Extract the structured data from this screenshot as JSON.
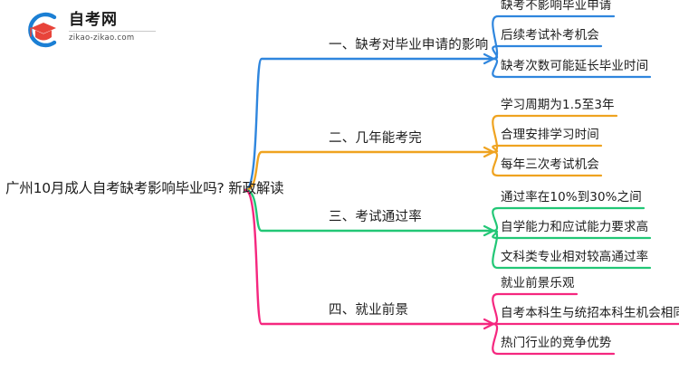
{
  "logo": {
    "name": "自考网",
    "domain": "zikao-zikao.com",
    "arc_color": "#1b7fd4",
    "cap_color": "#e8443a"
  },
  "mindmap": {
    "root": {
      "label": "广州10月成人自考缺考影响毕业吗? 新政解读"
    },
    "branches": [
      {
        "label": "一、缺考对毕业申请的影响",
        "color": "#2f86de",
        "children": [
          "缺考不影响毕业申请",
          "后续考试补考机会",
          "缺考次数可能延长毕业时间"
        ]
      },
      {
        "label": "二、几年能考完",
        "color": "#efa320",
        "children": [
          "学习周期为1.5至3年",
          "合理安排学习时间",
          "每年三次考试机会"
        ]
      },
      {
        "label": "三、考试通过率",
        "color": "#22c776",
        "children": [
          "通过率在10%到30%之间",
          "自学能力和应试能力要求高",
          "文科类专业相对较高通过率"
        ]
      },
      {
        "label": "四、就业前景",
        "color": "#f5277f",
        "children": [
          "就业前景乐观",
          "自考本科生与统招本科生机会相同",
          "热门行业的竞争优势"
        ]
      }
    ]
  }
}
